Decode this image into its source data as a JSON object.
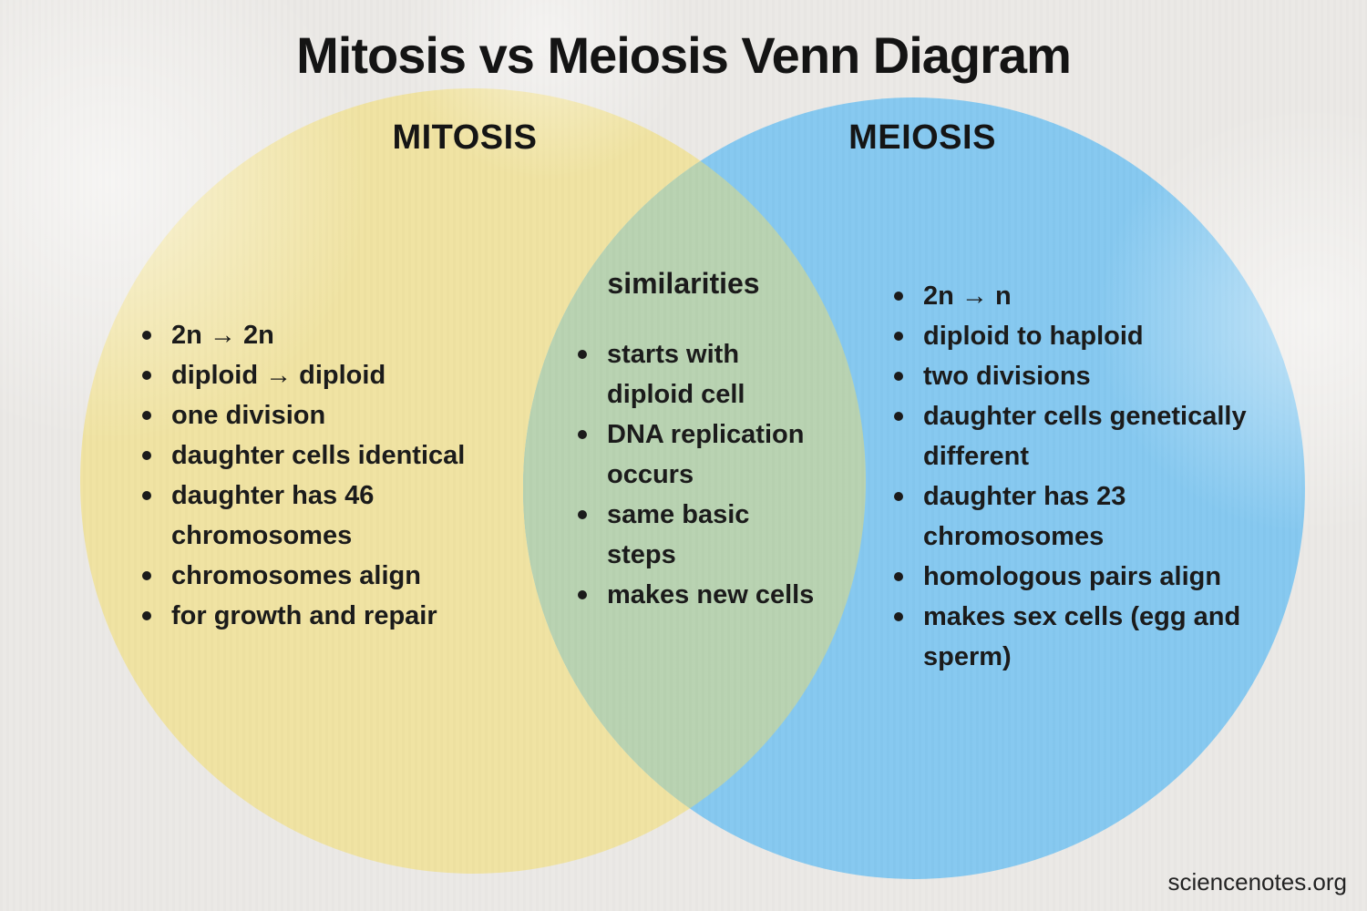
{
  "page": {
    "title": "Mitosis vs Meiosis Venn Diagram",
    "source": "sciencenotes.org"
  },
  "colors": {
    "background": "#ebe9e6",
    "mitosis_circle": "#f0e3a2",
    "meiosis_circle": "#85c8f0",
    "overlap_region": "#b8d2b1",
    "text": "#1b1b1b"
  },
  "venn": {
    "left": {
      "label": "MITOSIS",
      "items": [
        "2n → 2n",
        "diploid → diploid",
        "one division",
        "daughter cells identical",
        "daughter has 46 chromosomes",
        "chromosomes align",
        "for growth and repair"
      ]
    },
    "overlap": {
      "label": "similarities",
      "items": [
        "starts with diploid cell",
        "DNA replication occurs",
        "same basic steps",
        "makes new cells"
      ]
    },
    "right": {
      "label": "MEIOSIS",
      "items": [
        "2n → n",
        "diploid to haploid",
        "two divisions",
        "daughter cells genetically different",
        "daughter has 23 chromosomes",
        "homologous pairs align",
        "makes sex cells (egg and sperm)"
      ]
    }
  }
}
